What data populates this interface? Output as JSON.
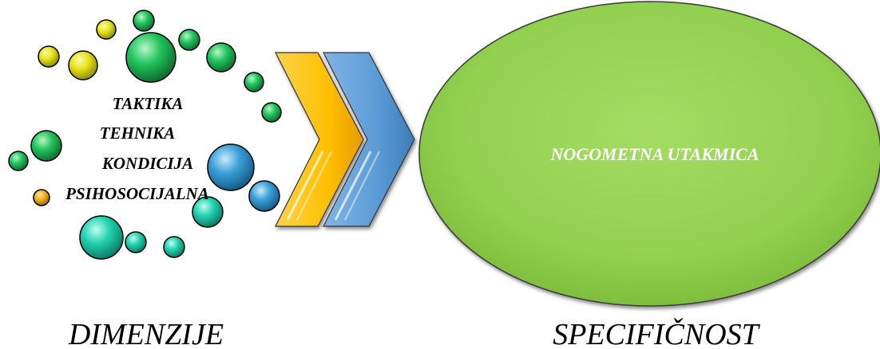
{
  "dimensions": {
    "items": [
      "TAKTIKA",
      "TEHNIKA",
      "KONDICIJA",
      "PSIHOSOCIJALNA"
    ],
    "caption": "DIMENZIJE"
  },
  "target": {
    "label": "NOGOMETNA UTAKMICA",
    "caption": "SPECIFIČNOST"
  },
  "colors": {
    "ellipse_fill": "#92d050",
    "arrow_orange": "#ffc000",
    "arrow_blue": "#5b9bd5",
    "bubble_yellow": "#e8e41a",
    "bubble_green": "#22c55e",
    "bubble_teal": "#22d3b0",
    "bubble_blue": "#3aa0d8",
    "bubble_orange": "#f5b21a"
  }
}
